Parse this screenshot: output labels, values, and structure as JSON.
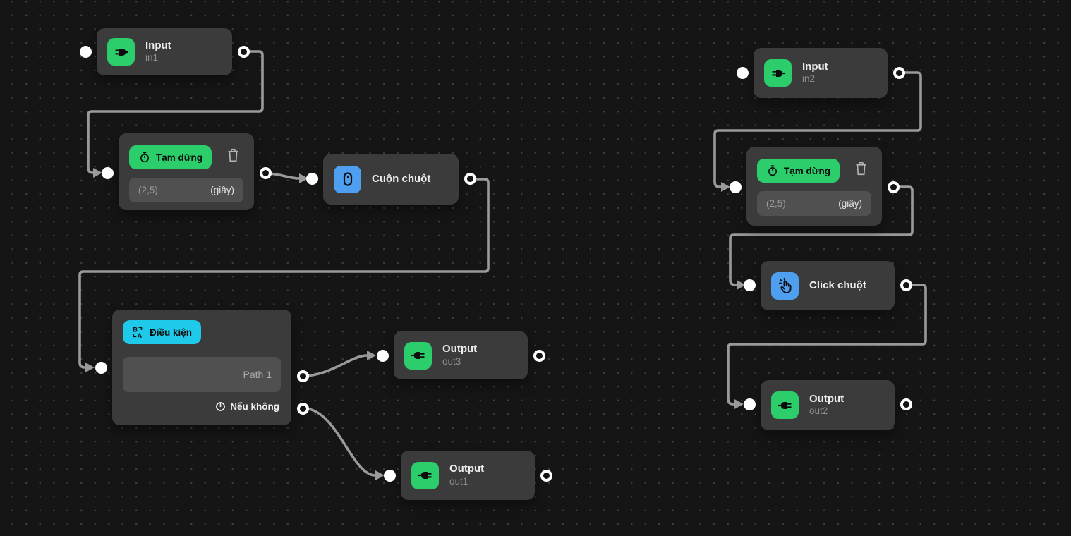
{
  "colors": {
    "canvas_bg": "#151515",
    "dot": "#3e3e3e",
    "node_bg": "#3b3b3b",
    "field_bg": "#505050",
    "edge": "#9a9a9a",
    "green": "#2bce6b",
    "cyan": "#1fc9ea",
    "blue": "#4f9ff0"
  },
  "nodes": {
    "in1": {
      "title": "Input",
      "subtitle": "in1"
    },
    "pause1": {
      "label": "Tạm dừng",
      "placeholder": "(2,5)",
      "unit": "(giây)"
    },
    "scroll1": {
      "title": "Cuộn chuột"
    },
    "cond1": {
      "label": "Điều kiện",
      "path": "Path 1",
      "else": "Nếu không"
    },
    "out3": {
      "title": "Output",
      "subtitle": "out3"
    },
    "out1": {
      "title": "Output",
      "subtitle": "out1"
    },
    "in2": {
      "title": "Input",
      "subtitle": "in2"
    },
    "pause2": {
      "label": "Tạm dừng",
      "placeholder": "(2,5)",
      "unit": "(giây)"
    },
    "click1": {
      "title": "Click chuột"
    },
    "out2": {
      "title": "Output",
      "subtitle": "out2"
    }
  }
}
